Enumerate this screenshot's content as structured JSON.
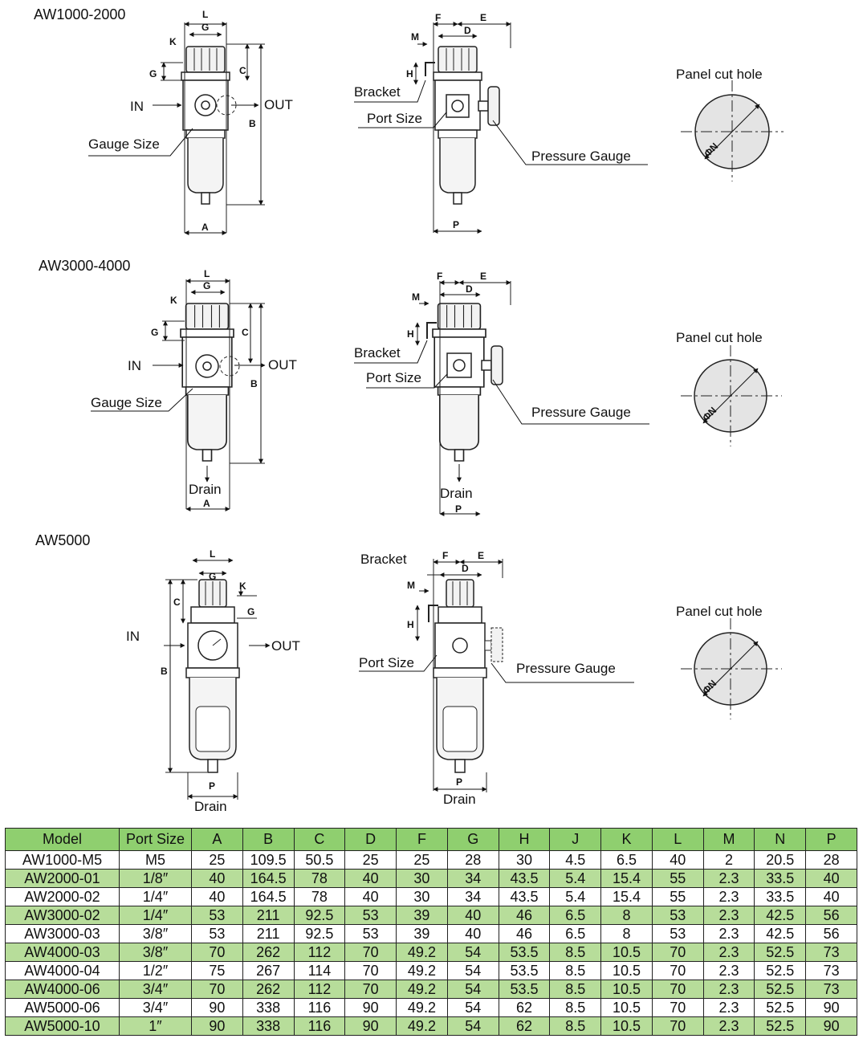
{
  "sections": [
    {
      "title": "AW1000-2000",
      "side_labels": {
        "in": "IN",
        "out": "OUT",
        "gauge_size": "Gauge Size"
      },
      "front_dims": {
        "L": "L",
        "G": "G",
        "K": "K",
        "G2": "G",
        "C": "C",
        "B": "B",
        "A": "A"
      },
      "side_labels2": {
        "bracket": "Bracket",
        "port_size": "Port Size",
        "pressure_gauge": "Pressure Gauge"
      },
      "side_dims": {
        "F": "F",
        "E": "E",
        "M": "M",
        "D": "D",
        "H": "H",
        "P": "P"
      },
      "panel": {
        "title": "Panel cut hole",
        "phi": "ΦN"
      }
    },
    {
      "title": "AW3000-4000",
      "side_labels": {
        "in": "IN",
        "out": "OUT",
        "gauge_size": "Gauge Size",
        "drain": "Drain"
      },
      "front_dims": {
        "L": "L",
        "G": "G",
        "K": "K",
        "G2": "G",
        "C": "C",
        "B": "B",
        "A": "A"
      },
      "side_labels2": {
        "bracket": "Bracket",
        "port_size": "Port Size",
        "pressure_gauge": "Pressure Gauge",
        "drain": "Drain"
      },
      "side_dims": {
        "F": "F",
        "E": "E",
        "M": "M",
        "D": "D",
        "H": "H",
        "P": "P"
      },
      "panel": {
        "title": "Panel cut hole",
        "phi": "ΦN"
      }
    },
    {
      "title": "AW5000",
      "side_labels": {
        "in": "IN",
        "out": "OUT",
        "drain": "Drain"
      },
      "front_dims": {
        "L": "L",
        "G": "G",
        "K": "K",
        "G2": "G",
        "C": "C",
        "B": "B",
        "P": "P"
      },
      "side_labels2": {
        "bracket": "Bracket",
        "port_size": "Port Size",
        "pressure_gauge": "Pressure Gauge",
        "drain": "Drain"
      },
      "side_dims": {
        "F": "F",
        "E": "E",
        "M": "M",
        "D": "D",
        "H": "H",
        "P": "P"
      },
      "panel": {
        "title": "Panel cut hole",
        "phi": "ΦN"
      }
    }
  ],
  "table": {
    "headers": [
      "Model",
      "Port Size",
      "A",
      "B",
      "C",
      "D",
      "F",
      "G",
      "H",
      "J",
      "K",
      "L",
      "M",
      "N",
      "P"
    ],
    "rows": [
      [
        "AW1000-M5",
        "M5",
        "25",
        "109.5",
        "50.5",
        "25",
        "25",
        "28",
        "30",
        "4.5",
        "6.5",
        "40",
        "2",
        "20.5",
        "28"
      ],
      [
        "AW2000-01",
        "1/8″",
        "40",
        "164.5",
        "78",
        "40",
        "30",
        "34",
        "43.5",
        "5.4",
        "15.4",
        "55",
        "2.3",
        "33.5",
        "40"
      ],
      [
        "AW2000-02",
        "1/4″",
        "40",
        "164.5",
        "78",
        "40",
        "30",
        "34",
        "43.5",
        "5.4",
        "15.4",
        "55",
        "2.3",
        "33.5",
        "40"
      ],
      [
        "AW3000-02",
        "1/4″",
        "53",
        "211",
        "92.5",
        "53",
        "39",
        "40",
        "46",
        "6.5",
        "8",
        "53",
        "2.3",
        "42.5",
        "56"
      ],
      [
        "AW3000-03",
        "3/8″",
        "53",
        "211",
        "92.5",
        "53",
        "39",
        "40",
        "46",
        "6.5",
        "8",
        "53",
        "2.3",
        "42.5",
        "56"
      ],
      [
        "AW4000-03",
        "3/8″",
        "70",
        "262",
        "112",
        "70",
        "49.2",
        "54",
        "53.5",
        "8.5",
        "10.5",
        "70",
        "2.3",
        "52.5",
        "73"
      ],
      [
        "AW4000-04",
        "1/2″",
        "75",
        "267",
        "114",
        "70",
        "49.2",
        "54",
        "53.5",
        "8.5",
        "10.5",
        "70",
        "2.3",
        "52.5",
        "73"
      ],
      [
        "AW4000-06",
        "3/4″",
        "70",
        "262",
        "112",
        "70",
        "49.2",
        "54",
        "53.5",
        "8.5",
        "10.5",
        "70",
        "2.3",
        "52.5",
        "73"
      ],
      [
        "AW5000-06",
        "3/4″",
        "90",
        "338",
        "116",
        "90",
        "49.2",
        "54",
        "62",
        "8.5",
        "10.5",
        "70",
        "2.3",
        "52.5",
        "90"
      ],
      [
        "AW5000-10",
        "1″",
        "90",
        "338",
        "116",
        "90",
        "49.2",
        "54",
        "62",
        "8.5",
        "10.5",
        "70",
        "2.3",
        "52.5",
        "90"
      ]
    ]
  }
}
